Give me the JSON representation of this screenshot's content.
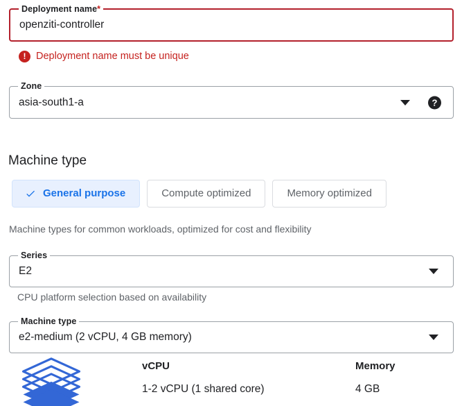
{
  "deployment_name_field": {
    "label": "Deployment name",
    "required_marker": "*",
    "value": "openziti-controller",
    "state": "error",
    "error_icon": "error-circle-icon",
    "error_message": "Deployment name must be unique",
    "error_color": "#c5221f",
    "border_color": "#b3202c"
  },
  "zone_field": {
    "label": "Zone",
    "value": "asia-south1-a",
    "caret_icon": "chevron-down-icon",
    "help_icon": "help-circle-icon",
    "help_glyph": "?"
  },
  "machine_type_section": {
    "title": "Machine type",
    "tabs": [
      {
        "label": "General purpose",
        "selected": true,
        "icon": "check-icon"
      },
      {
        "label": "Compute optimized",
        "selected": false
      },
      {
        "label": "Memory optimized",
        "selected": false
      }
    ],
    "helper_text": "Machine types for common workloads, optimized for cost and flexibility",
    "selected_tab_bg": "#e8f0fe",
    "selected_tab_fg": "#1a73e8"
  },
  "series_field": {
    "label": "Series",
    "value": "E2",
    "caret_icon": "chevron-down-icon",
    "helper_text": "CPU platform selection based on availability"
  },
  "machine_type_field": {
    "label": "Machine type",
    "value": "e2-medium (2 vCPU, 4 GB memory)",
    "caret_icon": "chevron-down-icon"
  },
  "specs": {
    "icon": "layers-stack-icon",
    "icon_color": "#3367d6",
    "columns": [
      {
        "header": "vCPU",
        "value": "1-2 vCPU (1 shared core)"
      },
      {
        "header": "Memory",
        "value": "4 GB"
      }
    ]
  }
}
